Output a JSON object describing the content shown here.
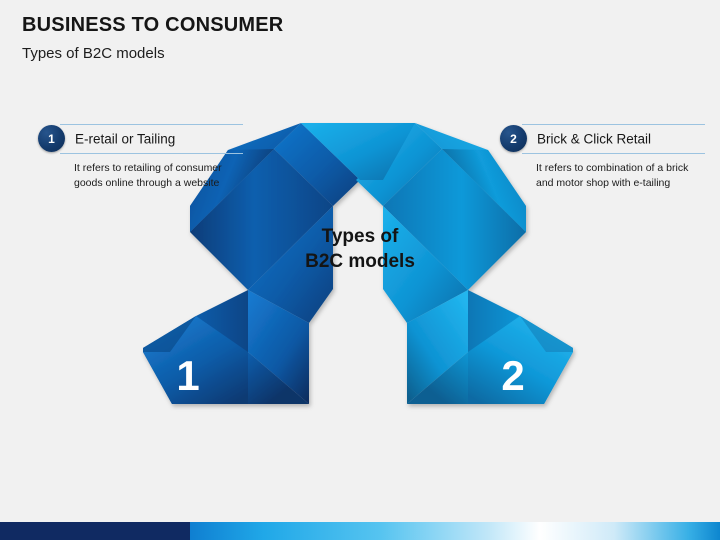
{
  "header": {
    "title": "BUSINESS TO CONSUMER",
    "subtitle": "Types of B2C models"
  },
  "center": {
    "line1": "Types of",
    "line2": "B2C models"
  },
  "callouts": [
    {
      "badge": "1",
      "title": "E-retail or Tailing",
      "body": "It refers to retailing of consumer goods online through a website",
      "arrow_number": "1"
    },
    {
      "badge": "2",
      "title": "Brick & Click Retail",
      "body": "It refers to combination of a brick and motor shop with e-tailing",
      "arrow_number": "2"
    }
  ],
  "colors": {
    "background": "#f1f1f1",
    "left_ribbon_dark": "#0b3f7d",
    "left_ribbon_mid": "#0d62b4",
    "left_ribbon_light": "#1374c8",
    "right_ribbon_dark": "#0b6fa8",
    "right_ribbon_mid": "#0f96d6",
    "right_ribbon_light": "#17abe6",
    "badge_navy": "#143b6d",
    "rule_blue": "#9cc3e0",
    "footer_navy": "#102a62",
    "text_dark": "#161616"
  }
}
